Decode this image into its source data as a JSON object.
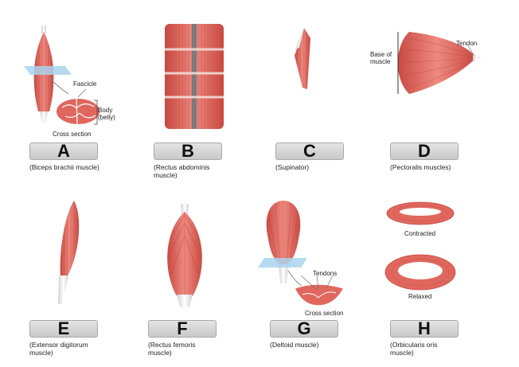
{
  "labels": [
    "A",
    "B",
    "C",
    "D",
    "E",
    "F",
    "G",
    "H"
  ],
  "captions": {
    "a": "(Biceps brachii muscle)",
    "b": "(Rectus abdominis\nmuscle)",
    "c": "(Supinator)",
    "d": "(Pectoralis muscles)",
    "e": "(Extensor digitorum\nmuscle)",
    "f": "(Rectus femoris\nmuscle)",
    "g": "(Deltoid muscle)",
    "h": "(Orbicularis oris\nmuscle)"
  },
  "annotations": {
    "fascicle": "Fascicle",
    "body_belly": "Body\n(belly)",
    "cross_section": "Cross section",
    "base_of_muscle": "Base of\nmuscle",
    "tendon": "Tendon",
    "tendons": "Tendons",
    "cross_section_g": "Cross section",
    "contracted": "Contracted",
    "relaxed": "Relaxed"
  },
  "colors": {
    "muscle": "#e0675e",
    "muscle_dark": "#c4463f",
    "tendon": "#ececec",
    "plane": "#a9d4ec",
    "label_box": "#d4d4d4"
  }
}
